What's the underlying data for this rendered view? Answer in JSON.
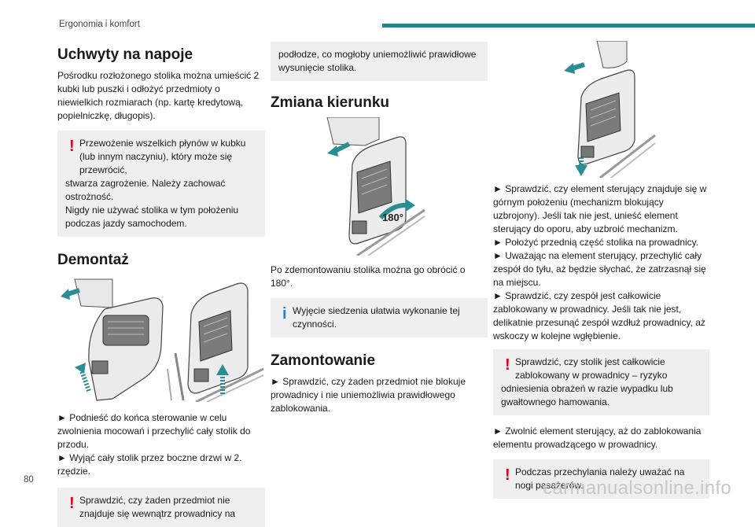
{
  "header": {
    "section": "Ergonomia i komfort",
    "accent_color": "#27848c"
  },
  "page_number": "80",
  "watermark": "carmanualsonline.info",
  "column1": {
    "heading1": "Uchwyty na napoje",
    "para1": "Pośrodku rozłożonego stolika można umieścić 2 kubki lub puszki i odłożyć przedmioty o niewielkich rozmiarach (np. kartę kredytową, popielniczkę, długopis).",
    "warning1_line1": "Przewożenie wszelkich płynów w kubku (lub innym naczyniu), który może się przewrócić,",
    "warning1_rest": "stwarza zagrożenie. Należy zachować ostrożność.",
    "warning1_line3": "Nigdy nie używać stolika w tym położeniu podczas jazdy samochodem.",
    "heading2": "Demontaż",
    "step1": "► Podnieść do końca sterowanie w celu zwolnienia mocowań i przechylić cały stolik do przodu.",
    "step2": "► Wyjąć cały stolik przez boczne drzwi w 2. rzędzie.",
    "warning2": "Sprawdzić, czy żaden przedmiot nie znajduje się wewnątrz prowadnicy na"
  },
  "column2": {
    "warning2_cont": "podłodze, co mogłoby uniemożliwić prawidłowe wysunięcie stolika.",
    "heading3": "Zmiana kierunku",
    "rotation_label": "180°",
    "para2": "Po zdemontowaniu stolika można go obrócić o 180°.",
    "info1": "Wyjęcie siedzenia ułatwia wykonanie tej czynności.",
    "heading4": "Zamontowanie",
    "step3": "► Sprawdzić, czy żaden przedmiot nie blokuje prowadnicy i nie uniemożliwia prawidłowego zablokowania."
  },
  "column3": {
    "step4": "► Sprawdzić, czy element sterujący znajduje się w górnym położeniu (mechanizm blokujący uzbrojony). Jeśli tak nie jest, unieść element sterujący do oporu, aby uzbroić mechanizm.",
    "step5": "► Położyć przednią część stolika na prowadnicy.",
    "step6": "► Uważając na element sterujący, przechylić cały zespół do tyłu, aż będzie słychać, że zatrzasnął się na miejscu.",
    "step7": "► Sprawdzić, czy zespół jest całkowicie zablokowany w prowadnicy. Jeśli tak nie jest, delikatnie przesunąć zespół wzdłuż prowadnicy, aż wskoczy w kolejne wgłębienie.",
    "warning3_first": "Sprawdzić, czy stolik jest całkowicie zablokowany w prowadnicy – ryzyko",
    "warning3_rest": "odniesienia obrażeń w razie wypadku lub gwałtownego hamowania.",
    "step8": "► Zwolnić element sterujący, aż do zablokowania elementu prowadzącego w prowadnicy.",
    "warning4": "Podczas przechylania należy uważać na nogi pasażerów."
  },
  "colors": {
    "warning": "#e0001b",
    "info": "#2f7fc1",
    "arrow": "#2a8d93",
    "box_bg": "#efefef"
  }
}
